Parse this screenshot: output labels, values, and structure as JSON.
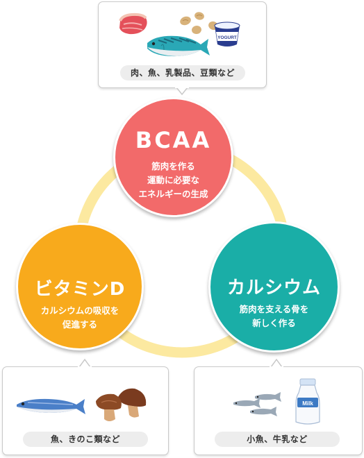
{
  "colors": {
    "ring": "#fce9a0",
    "bcaa": "#f26a6a",
    "vitamin_d": "#f8aa1c",
    "calcium": "#1aaea7"
  },
  "nodes": {
    "bcaa": {
      "title": "BCAA",
      "description": "筋肉を作る\n運動に必要な\nエネルギーの生成"
    },
    "vitamin_d": {
      "title": "ビタミンD",
      "description": "カルシウムの吸収を\n促進する"
    },
    "calcium": {
      "title": "カルシウム",
      "description": "筋肉を支える骨を\n新しく作る"
    }
  },
  "callouts": {
    "bcaa_foods": {
      "label": "肉、魚、乳製品、豆類など",
      "yogurt_text": "YOGURT"
    },
    "vitamin_d_foods": {
      "label": "魚、きのこ類など"
    },
    "calcium_foods": {
      "label": "小魚、牛乳など",
      "milk_text": "Milk"
    }
  }
}
